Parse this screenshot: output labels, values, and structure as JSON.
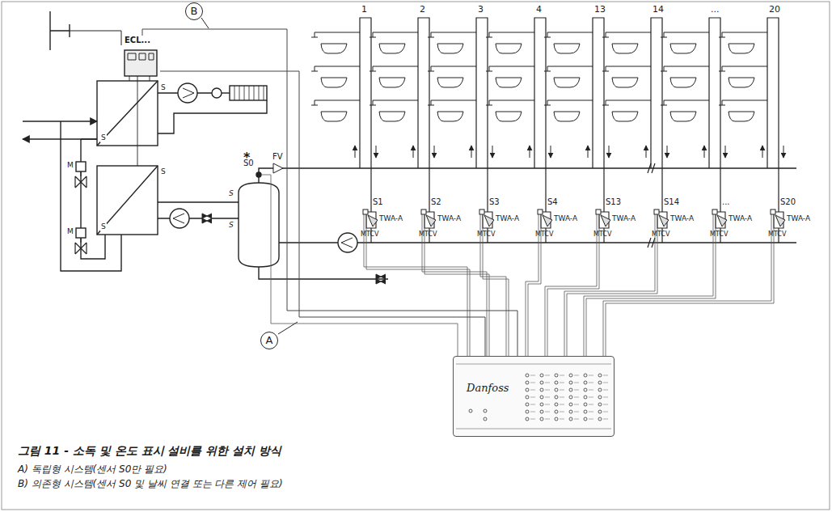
{
  "diagram": {
    "caption": "그림 11 - 소독 및 온도 표시 설비를 위한 설치 방식",
    "nodes": [
      {
        "text": [
          "ECL..."
        ]
      },
      {
        "text": [
          "B"
        ]
      },
      {
        "text": [
          "A"
        ]
      },
      {
        "text": [
          "Danfoss"
        ]
      }
    ],
    "edges": [
      {
        "from": 0,
        "to": 3,
        "arrow": "none"
      },
      {
        "from": 0,
        "to": 3,
        "arrow": "none"
      }
    ],
    "labels": [
      "1",
      "2",
      "3",
      "4",
      "13",
      "14",
      "...",
      "20",
      "S1",
      "S2",
      "S3",
      "S4",
      "S13",
      "S14",
      "...",
      "S20",
      "MTCV",
      "MTCV",
      "MTCV",
      "MTCV",
      "MTCV",
      "MTCV",
      "MTCV",
      "MTCV",
      "TWA-A",
      "TWA-A",
      "TWA-A",
      "TWA-A",
      "TWA-A",
      "TWA-A",
      "TWA-A",
      "TWA-A",
      "FV",
      "*",
      "S0",
      "M",
      "M",
      "S",
      "S",
      "S",
      "S",
      "S",
      "S",
      "A) 독립형 시스템(센서 S0만 필요)",
      "B) 의존형 시스템(센서 S0 및 날씨 연결 또는 다른 제어 필요)"
    ]
  }
}
